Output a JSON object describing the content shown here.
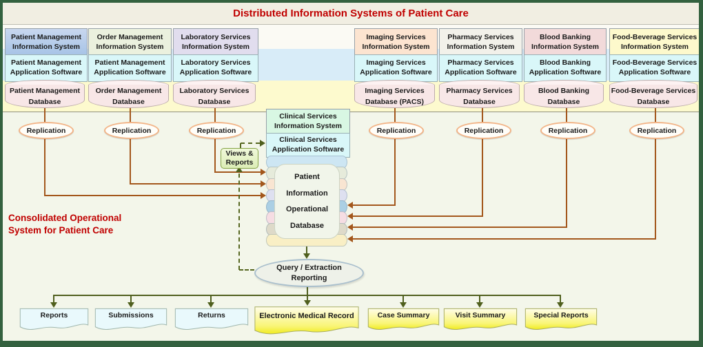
{
  "title": "Distributed Information Systems of Patient Care",
  "consolidated_label": {
    "line1": "Consolidated Operational",
    "line2": "System for Patient Care"
  },
  "replication_label": "Replication",
  "views_reports_label": "Views & Reports",
  "query_oval": {
    "line1": "Query / Extraction",
    "line2": "Reporting"
  },
  "top_columns": [
    {
      "id": "patient-management",
      "info_label": "Patient Management Information System",
      "info_bg": "linear-gradient(#c8d7ef,#a6c3e6)",
      "app_label": "Patient Management Application Software",
      "db_label": "Patient Management Database"
    },
    {
      "id": "order-management",
      "info_label": "Order Management Information System",
      "info_bg": "#ebf1de",
      "app_label": "Patient Management Application Software",
      "db_label": "Order Management Database"
    },
    {
      "id": "laboratory-services",
      "info_label": "Laboratory Services Information System",
      "info_bg": "#e1ddee",
      "app_label": "Laboratory Services Application Software",
      "db_label": "Laboratory Services Database"
    },
    {
      "id": "imaging-services",
      "info_label": "Imaging Services Information System",
      "info_bg": "#fce4d0",
      "app_label": "Imaging Services Application Software",
      "db_label": "Imaging Services Database (PACS)"
    },
    {
      "id": "pharmacy-services",
      "info_label": "Pharmacy Services Information System",
      "info_bg": "#f2f1ea",
      "app_label": "Pharmacy Services Application Software",
      "db_label": "Pharmacy Services Database"
    },
    {
      "id": "blood-banking",
      "info_label": "Blood Banking Information System",
      "info_bg": "#f2dada",
      "app_label": "Blood Banking Application Software",
      "db_label": "Blood Banking Database"
    },
    {
      "id": "food-beverage-services",
      "info_label": "Food-Beverage Services Information System",
      "info_bg": "#fdf9cc",
      "app_label": "Food-Beverage Services Application Software",
      "db_label": "Food-Beverage Services Database"
    }
  ],
  "center": {
    "info_label": "Clinical Services Information System",
    "app_label": "Clinical Services Application Software",
    "db_lines": [
      "Patient",
      "Information",
      "Operational",
      "Database"
    ]
  },
  "outputs": [
    {
      "label": "Reports",
      "style": "blue"
    },
    {
      "label": "Submissions",
      "style": "blue"
    },
    {
      "label": "Returns",
      "style": "blue"
    },
    {
      "label": "Electronic Medical Record",
      "style": "yellow"
    },
    {
      "label": "Case Summary",
      "style": "yellow"
    },
    {
      "label": "Visit Summary",
      "style": "yellow"
    },
    {
      "label": "Special Reports",
      "style": "yellow"
    }
  ],
  "colors": {
    "frame": "#33613f",
    "page_bg": "#f3f6ea",
    "title_band_bg": "#f1eee2",
    "title_text": "#c00000",
    "row1_band": "#fbfaf4",
    "row2_band": "#d8ecf8",
    "row3_band": "#fdface",
    "app_box": "#d9f7f9",
    "db_cylinder_fill": "#f8e7e7",
    "clinical_info_box": "#d8f7e3",
    "views_box": "#e9f6cd",
    "replication_border": "#f2b487",
    "replication_line": "#a3571c",
    "flow_line": "#4f5f1d",
    "query_oval_fill": "#eef1e9",
    "query_oval_border": "#a9bfcd",
    "blue_doc_fill": "#e9f9fc",
    "yellow_doc_top": "#fffde9",
    "yellow_doc_bottom": "#f0eb1f",
    "stack_colors": [
      "#cde6f3",
      "#e6ebdb",
      "#f9e5d2",
      "#dee0f0",
      "#abcfe4",
      "#f6dde3",
      "#dedac9",
      "#f9efc5"
    ]
  }
}
